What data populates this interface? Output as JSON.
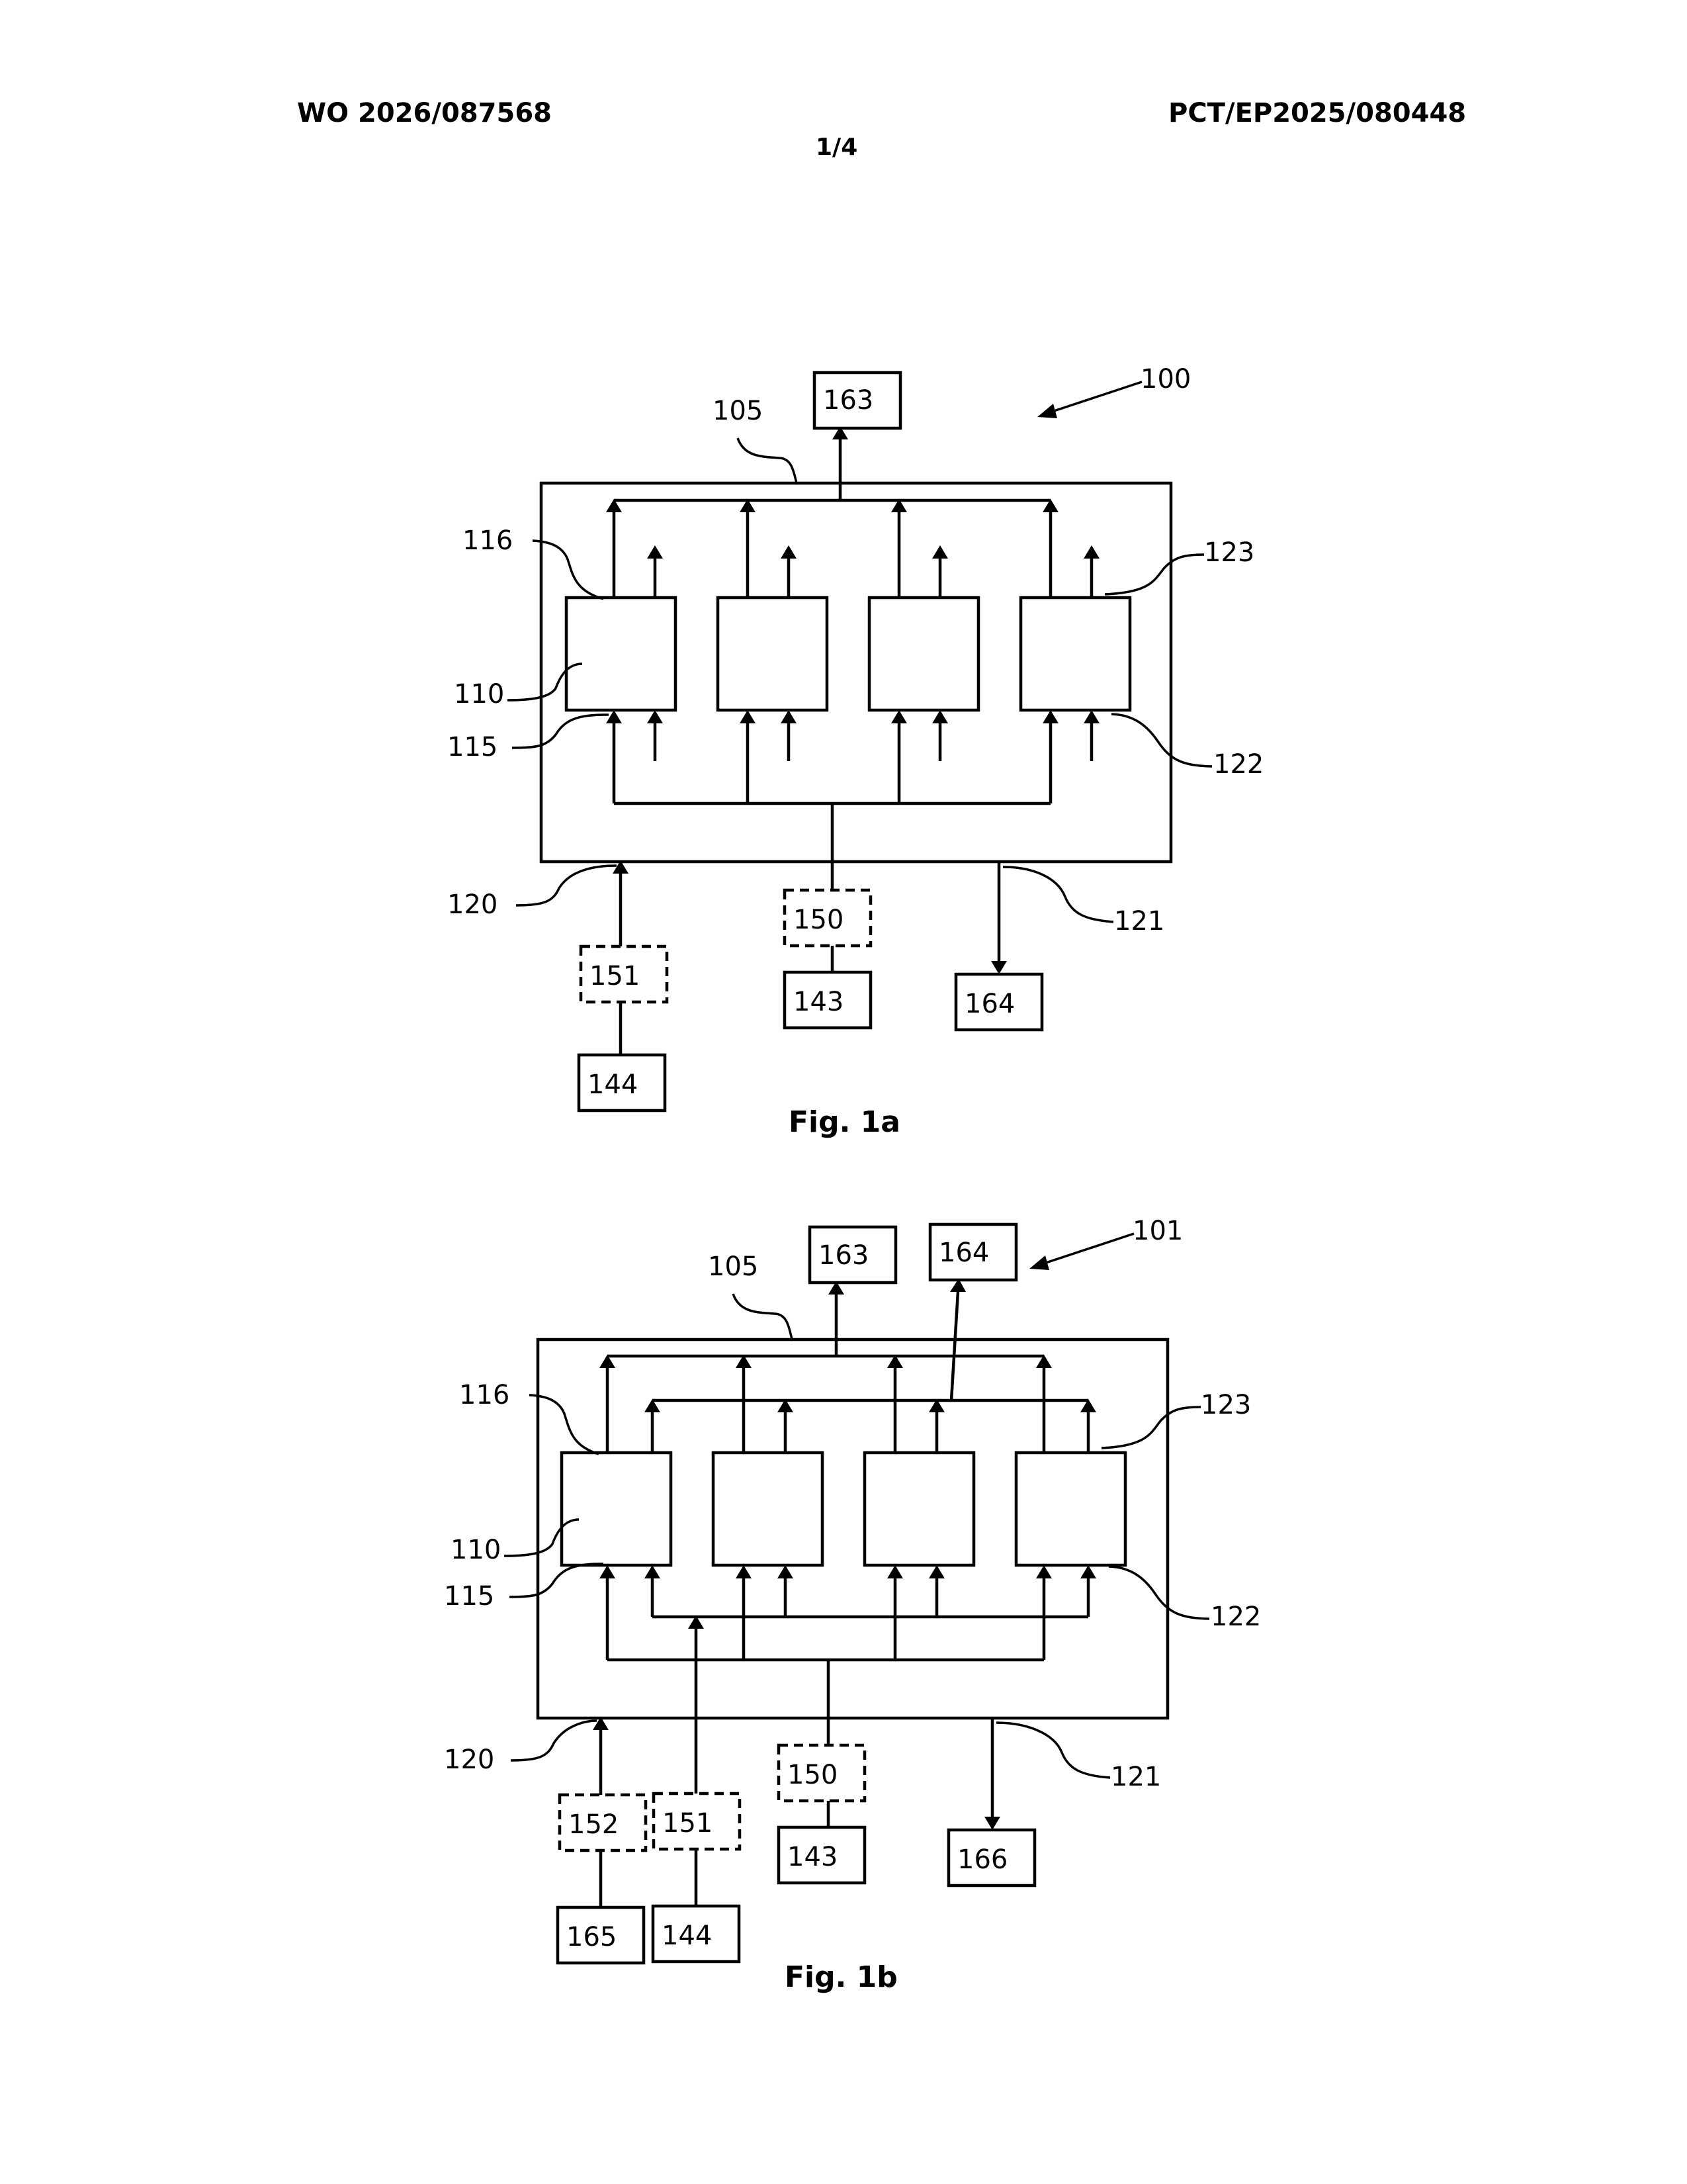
{
  "header": {
    "left": "WO 2026/087568",
    "right": "PCT/EP2025/080448",
    "page": "1/4"
  },
  "fig1a": {
    "caption": "Fig. 1a",
    "labels": {
      "system": "100",
      "enclosure": "105",
      "unit": "110",
      "in_a": "115",
      "out_a": "116",
      "in_port": "120",
      "out_port": "121",
      "in_b": "122",
      "out_b": "123",
      "box_143": "143",
      "box_144": "144",
      "box_150": "150",
      "box_151": "151",
      "box_163": "163",
      "box_164": "164"
    }
  },
  "fig1b": {
    "caption": "Fig. 1b",
    "labels": {
      "system": "101",
      "enclosure": "105",
      "unit": "110",
      "in_a": "115",
      "out_a": "116",
      "in_port": "120",
      "out_port": "121",
      "in_b": "122",
      "out_b": "123",
      "box_143": "143",
      "box_144": "144",
      "box_150": "150",
      "box_151": "151",
      "box_152": "152",
      "box_163": "163",
      "box_164": "164",
      "box_165": "165",
      "box_166": "166"
    }
  }
}
